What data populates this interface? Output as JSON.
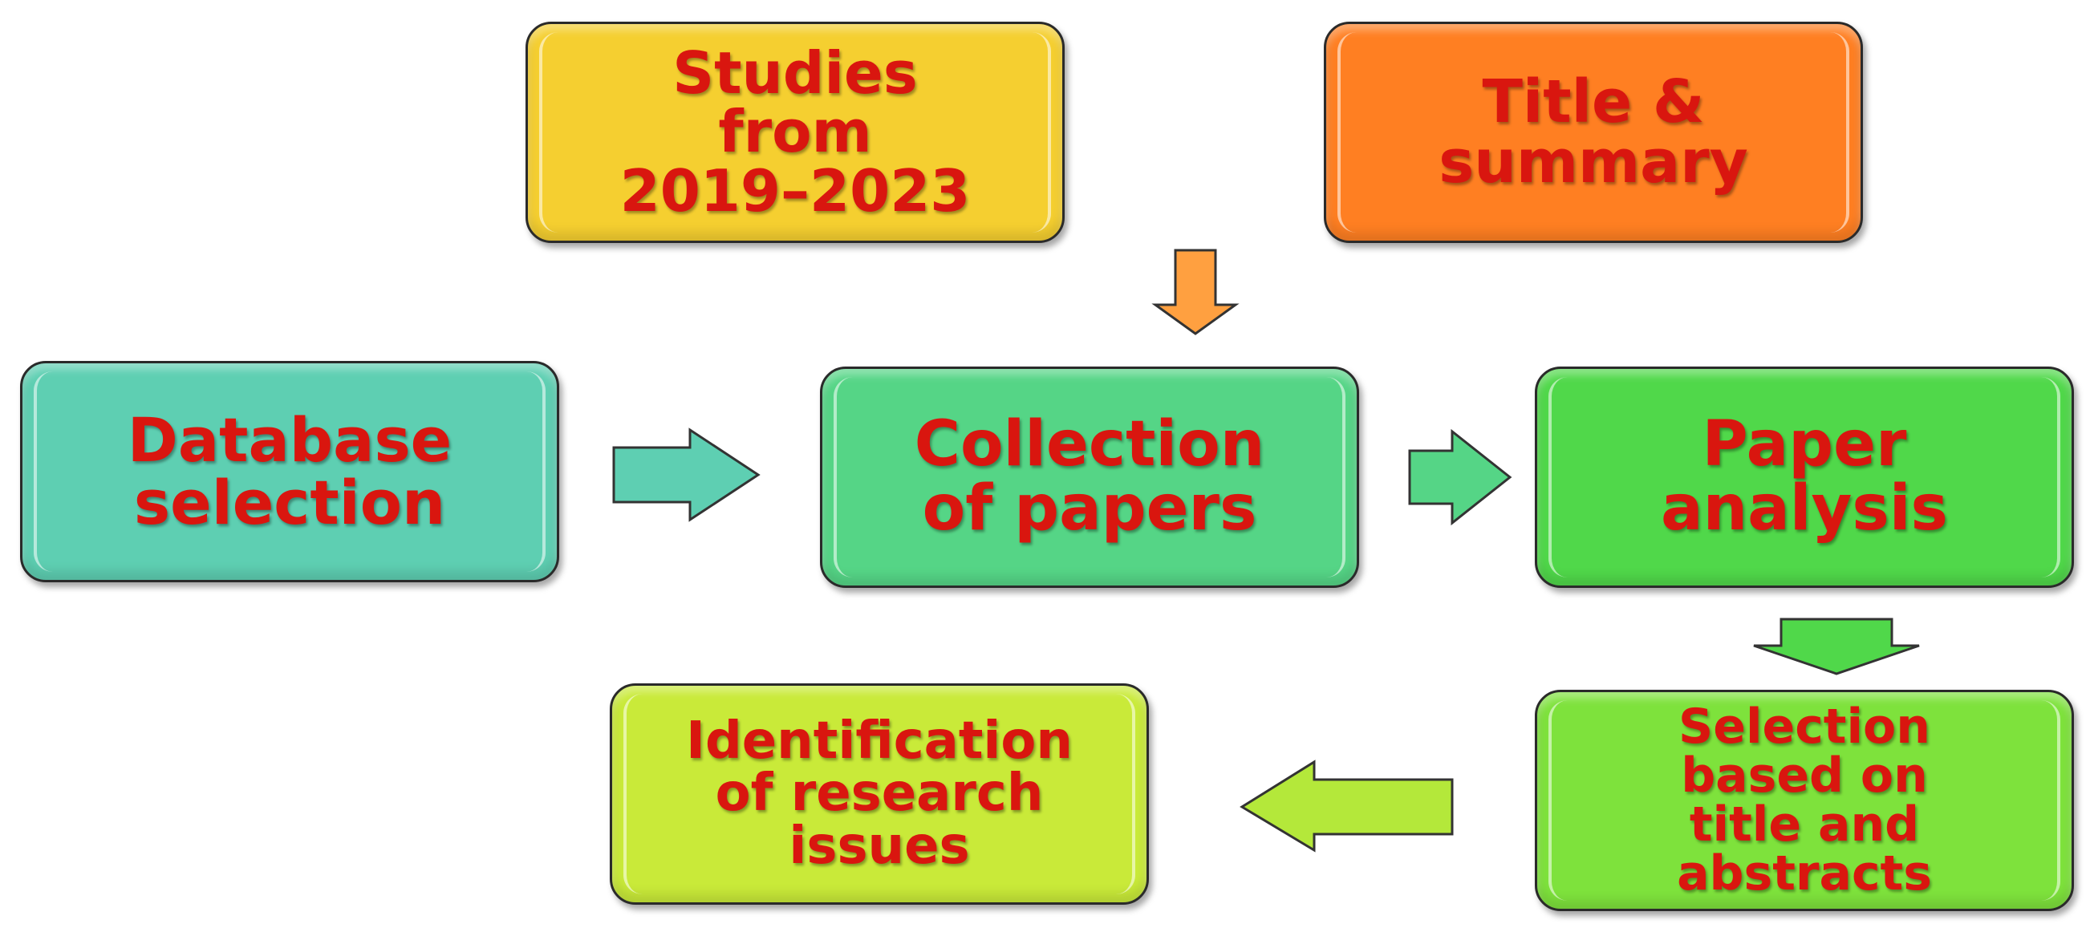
{
  "colors": {
    "text": "#d9160f",
    "studies": "#f5cf30",
    "title_summary": "#ff7f22",
    "database": "#5ecfb2",
    "collection": "#55d586",
    "paper_analysis": "#50d84a",
    "selection": "#7ee23c",
    "identification": "#c9ea39"
  },
  "boxes": {
    "studies": "Studies\nfrom\n2019–2023",
    "title_summary": "Title &\nsummary",
    "database": "Database\nselection",
    "collection": "Collection\nof papers",
    "paper_analysis": "Paper\nanalysis",
    "selection": "Selection\nbased on\ntitle and\nabstracts",
    "identification": "Identification\nof  research\nissues"
  },
  "arrows": [
    "down-arrow-icon",
    "right-arrow-icon",
    "right-arrow-icon",
    "down-arrow-icon",
    "left-arrow-icon"
  ]
}
